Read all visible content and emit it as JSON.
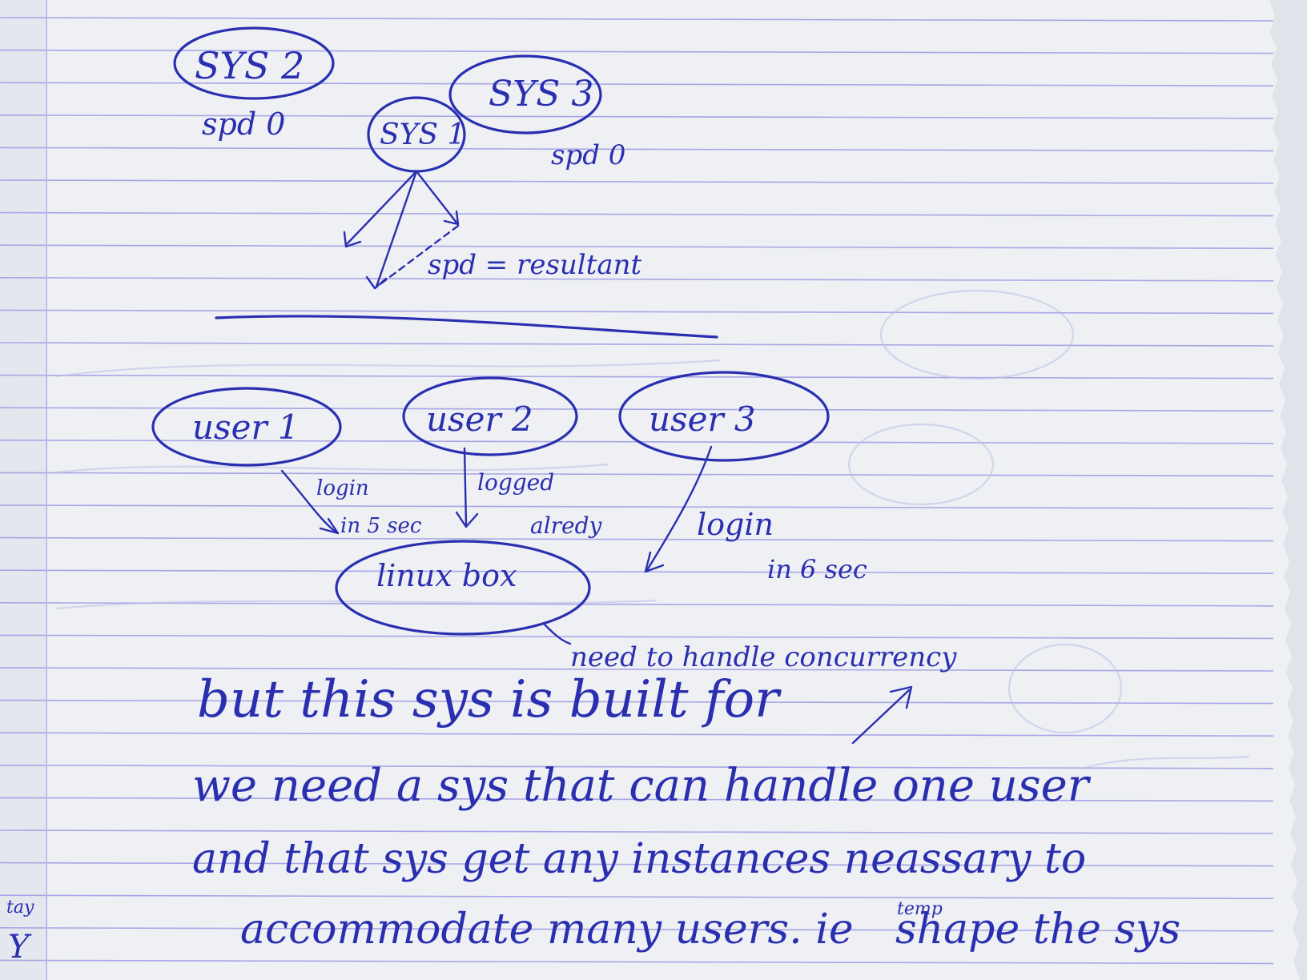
{
  "page": {
    "colors": {
      "ink": "#2a2fb0",
      "paper": "#eef0f4",
      "rule_line": "#a7a6e6",
      "margin_line": "#b9b9e8"
    }
  },
  "diagram_top": {
    "nodes": [
      {
        "id": "sys2",
        "label": "SYS 2",
        "note": "spd 0"
      },
      {
        "id": "sys1",
        "label": "SYS 1",
        "note": ""
      },
      {
        "id": "sys3",
        "label": "SYS 3",
        "note": "spd 0"
      }
    ],
    "vector_label": "spd = resultant"
  },
  "diagram_bottom": {
    "users": [
      {
        "id": "user1",
        "label": "user 1",
        "edge_label_line1": "login",
        "edge_label_line2": "in 5 sec"
      },
      {
        "id": "user2",
        "label": "user 2",
        "edge_label_line1": "logged",
        "edge_label_line2": "alredy"
      },
      {
        "id": "user3",
        "label": "user 3",
        "edge_label_line1": "login",
        "edge_label_line2": "in 6 sec"
      }
    ],
    "server": {
      "label": "linux box"
    },
    "server_note": "need to handle concurrency"
  },
  "notes": {
    "line1": "but this sys is built for",
    "line2": "we need a sys that can handle one user",
    "line3": "and that sys get any instances neassary to",
    "line4": "accommodate many users. ie",
    "line4_super": "temp",
    "line4_end": "shape the sys"
  },
  "margin_scribble": {
    "line1": "tay",
    "line2": "Y"
  }
}
